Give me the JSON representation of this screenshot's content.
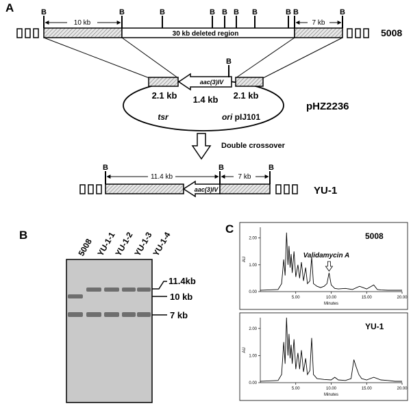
{
  "panel_a": {
    "label": "A",
    "site": "B",
    "wild_type": {
      "name": "5008",
      "left_len": "10 kb",
      "deleted_region": "30 kb deleted region",
      "right_len": "7 kb"
    },
    "plasmid": {
      "name": "pHZ2236",
      "cassette": "aac(3)IV",
      "left_arm": "2.1 kb",
      "cassette_len": "1.4 kb",
      "right_arm": "2.1 kb",
      "marker": "tsr",
      "ori_prefix": "ori",
      "ori_name": "pIJ101"
    },
    "step": "Double crossover",
    "mutant": {
      "name": "YU-1",
      "left_len": "11.4 kb",
      "right_len": "7 kb",
      "cassette": "aac(3)IV"
    }
  },
  "panel_b": {
    "label": "B",
    "lanes": [
      "5008",
      "YU-1-1",
      "YU-1-2",
      "YU-1-3",
      "YU-1-4"
    ],
    "band_labels": [
      "11.4kb",
      "10 kb",
      "7 kb"
    ]
  },
  "panel_c": {
    "label": "C",
    "chart_data": [
      {
        "type": "line",
        "name": "5008",
        "annotation": "Validamycin A",
        "xlabel": "Minutes",
        "ylabel": "AU",
        "xlim": [
          0,
          20
        ],
        "ylim": [
          0,
          2.4
        ],
        "xticks": [
          "5.00",
          "10.00",
          "15.00",
          "20.00"
        ],
        "yticks": [
          "0.00",
          "1.00",
          "2.00"
        ],
        "x": [
          0,
          2.5,
          3.0,
          3.3,
          3.5,
          3.7,
          3.9,
          4.05,
          4.2,
          4.35,
          4.5,
          4.75,
          5.0,
          5.3,
          5.55,
          5.8,
          6.1,
          6.4,
          6.65,
          7.0,
          7.25,
          7.5,
          8.0,
          8.5,
          9.0,
          9.4,
          9.7,
          10.0,
          10.5,
          11.0,
          12.0,
          13.0,
          14.0,
          15.0,
          16.0,
          16.5,
          17.0,
          18.0,
          19.0,
          20.0
        ],
        "y": [
          0.05,
          0.08,
          0.3,
          1.2,
          0.6,
          2.2,
          1.0,
          1.7,
          0.9,
          1.4,
          0.7,
          1.5,
          0.55,
          1.0,
          0.5,
          1.1,
          0.4,
          0.9,
          0.3,
          0.4,
          1.3,
          0.3,
          0.2,
          0.15,
          0.2,
          0.3,
          0.7,
          0.25,
          0.12,
          0.1,
          0.12,
          0.08,
          0.2,
          0.1,
          0.25,
          0.08,
          0.06,
          0.05,
          0.05,
          0.05
        ]
      },
      {
        "type": "line",
        "name": "YU-1",
        "xlabel": "Minutes",
        "ylabel": "AU",
        "xlim": [
          0,
          20
        ],
        "ylim": [
          0,
          2.4
        ],
        "xticks": [
          "5.00",
          "10.00",
          "15.00",
          "20.00"
        ],
        "yticks": [
          "0.00",
          "1.00",
          "2.00"
        ],
        "x": [
          0,
          2.5,
          3.0,
          3.3,
          3.5,
          3.7,
          3.9,
          4.05,
          4.2,
          4.35,
          4.5,
          4.75,
          5.0,
          5.3,
          5.55,
          5.8,
          6.1,
          6.4,
          6.65,
          7.0,
          7.25,
          7.5,
          8.0,
          9.0,
          10.0,
          10.5,
          11.0,
          12.0,
          12.8,
          13.2,
          13.5,
          13.9,
          14.3,
          15.0,
          16.0,
          17.0,
          18.0,
          19.0,
          20.0
        ],
        "y": [
          0.05,
          0.08,
          0.3,
          1.5,
          0.7,
          2.4,
          1.0,
          1.8,
          0.9,
          1.4,
          0.7,
          1.6,
          0.5,
          1.1,
          0.5,
          1.2,
          0.4,
          0.9,
          0.3,
          0.45,
          1.65,
          0.3,
          0.15,
          0.12,
          0.1,
          0.2,
          0.1,
          0.08,
          0.15,
          0.85,
          0.6,
          0.3,
          0.15,
          0.1,
          0.2,
          0.1,
          0.08,
          0.05,
          0.05
        ]
      }
    ]
  }
}
